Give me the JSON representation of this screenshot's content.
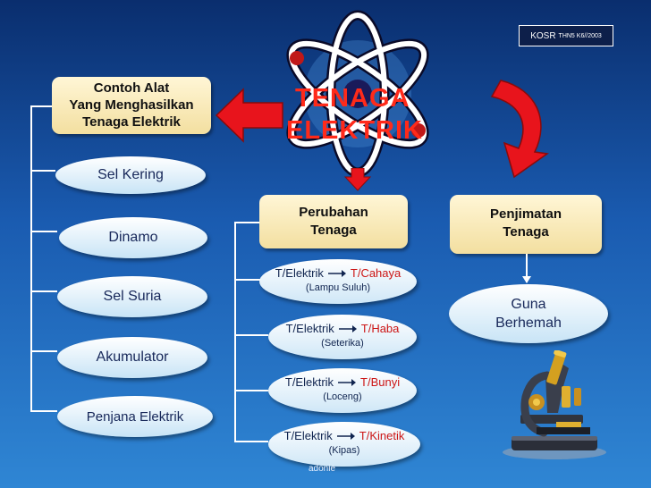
{
  "header": {
    "badge_main": "KOSR",
    "badge_small": "THN5  K6//2003"
  },
  "center": {
    "line1": "TENAGA",
    "line2": "ELEKTRIK"
  },
  "colors": {
    "accent_red": "#e8141c",
    "title_red": "#ff2a1a",
    "box_yellow": "#f3dfa0"
  },
  "left": {
    "title_lines": [
      "Contoh Alat",
      "Yang Menghasilkan",
      "Tenaga Elektrik"
    ],
    "items": [
      "Sel Kering",
      "Dinamo",
      "Sel Suria",
      "Akumulator",
      "Penjana Elektrik"
    ]
  },
  "middle": {
    "title_lines": [
      "Perubahan",
      "Tenaga"
    ],
    "conversions": [
      {
        "from": "T/Elektrik",
        "to": "T/Cahaya",
        "example": "(Lampu Suluh)"
      },
      {
        "from": "T/Elektrik",
        "to": "T/Haba",
        "example": "(Seterika)"
      },
      {
        "from": "T/Elektrik",
        "to": "T/Bunyi",
        "example": "(Loceng)"
      },
      {
        "from": "T/Elektrik",
        "to": "T/Kinetik",
        "example": "(Kipas)"
      }
    ]
  },
  "right": {
    "title_lines": [
      "Penjimatan",
      "Tenaga"
    ],
    "item_lines": [
      "Guna",
      "Berhemah"
    ]
  },
  "footer": {
    "credit": "adonie"
  },
  "icons": {
    "center": "atom-icon",
    "decoration": "microscope-icon"
  }
}
